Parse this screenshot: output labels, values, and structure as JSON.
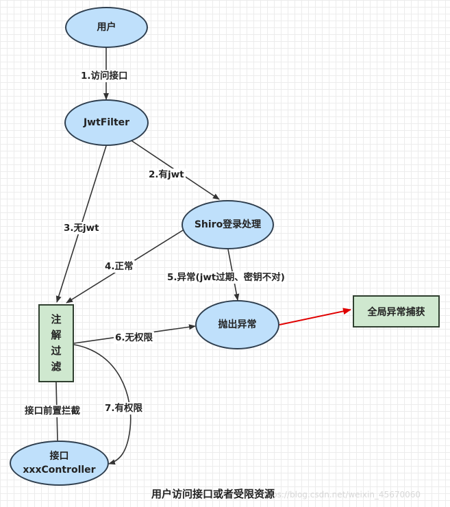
{
  "nodes": {
    "user": "用户",
    "jwt_filter": "JwtFilter",
    "shiro_login": "Shiro登录处理",
    "throw_exception": "抛出异常",
    "global_exception": "全局异常捕获",
    "annotation_filter": [
      "注",
      "解",
      "过",
      "滤"
    ],
    "api": [
      "接口",
      "xxxController"
    ]
  },
  "edges": {
    "e1": "1.访问接口",
    "e2": "2.有jwt",
    "e3": "3.无jwt",
    "e4": "4.正常",
    "e5": "5.异常(jwt过期、密钥不对)",
    "e6": "6.无权限",
    "e7": "7.有权限",
    "e8": "接口前置拦截"
  },
  "caption": "用户访问接口或者受限资源",
  "watermark": "https://blog.csdn.net/weixin_45670060",
  "colors": {
    "ellipse_fill": "#bfe0fb",
    "rect_fill": "#cfe8cf",
    "edge": "#333333",
    "highlight_edge": "#e00000"
  }
}
